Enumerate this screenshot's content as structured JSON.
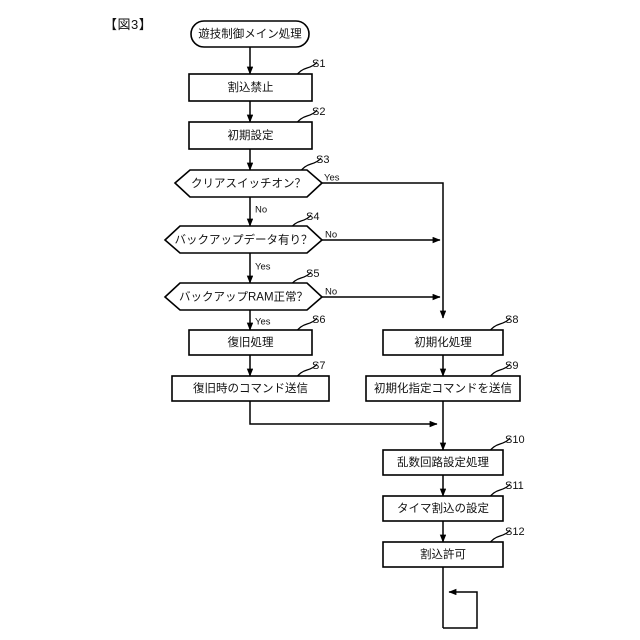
{
  "figure": {
    "title": "【図3】",
    "kind": "flowchart"
  },
  "nodes": {
    "start": {
      "label": "遊技制御メイン処理",
      "shape": "terminator",
      "step": ""
    },
    "s1": {
      "label": "割込禁止",
      "shape": "process",
      "step": "S1"
    },
    "s2": {
      "label": "初期設定",
      "shape": "process",
      "step": "S2"
    },
    "s3": {
      "label": "クリアスイッチオン？",
      "shape": "decision",
      "step": "S3"
    },
    "s4": {
      "label": "バックアップデータ有り？",
      "shape": "decision",
      "step": "S4"
    },
    "s5": {
      "label": "バックアップRAM正常？",
      "shape": "decision",
      "step": "S5"
    },
    "s6": {
      "label": "復旧処理",
      "shape": "process",
      "step": "S6"
    },
    "s7": {
      "label": "復旧時のコマンド送信",
      "shape": "process",
      "step": "S7"
    },
    "s8": {
      "label": "初期化処理",
      "shape": "process",
      "step": "S8"
    },
    "s9": {
      "label": "初期化指定コマンドを送信",
      "shape": "process",
      "step": "S9"
    },
    "s10": {
      "label": "乱数回路設定処理",
      "shape": "process",
      "step": "S10"
    },
    "s11": {
      "label": "タイマ割込の設定",
      "shape": "process",
      "step": "S11"
    },
    "s12": {
      "label": "割込許可",
      "shape": "process",
      "step": "S12"
    }
  },
  "branches": {
    "s3_yes": "Yes",
    "s3_no": "No",
    "s4_no": "No",
    "s4_yes": "Yes",
    "s5_no": "No",
    "s5_yes": "Yes"
  },
  "colors": {
    "stroke": "#000000",
    "fill": "#ffffff",
    "text": "#111111",
    "background": "#ffffff"
  }
}
